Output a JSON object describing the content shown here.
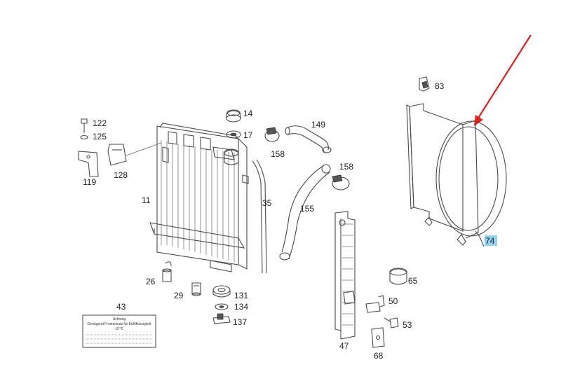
{
  "diagram": {
    "labels": {
      "p11": "11",
      "p14": "14",
      "p17": "17",
      "p26": "26",
      "p29": "29",
      "p35": "35",
      "p43": "43",
      "p47": "47",
      "p50": "50",
      "p53": "53",
      "p65": "65",
      "p68": "68",
      "p74": "74",
      "p83": "83",
      "p119": "119",
      "p122": "122",
      "p125": "125",
      "p128": "128",
      "p131": "131",
      "p134": "134",
      "p137": "137",
      "p149": "149",
      "p155": "155",
      "p158a": "158",
      "p158b": "158"
    },
    "label_sticker": {
      "line1": "Achtung",
      "line2": "Genügend Frostschutz für Kühlflüssigkeit",
      "line3": "-37°C"
    },
    "highlighted_part": "74",
    "colors": {
      "arrow": "#e02020",
      "highlight": "#8fd3ef",
      "line": "#4a4a4a"
    }
  }
}
